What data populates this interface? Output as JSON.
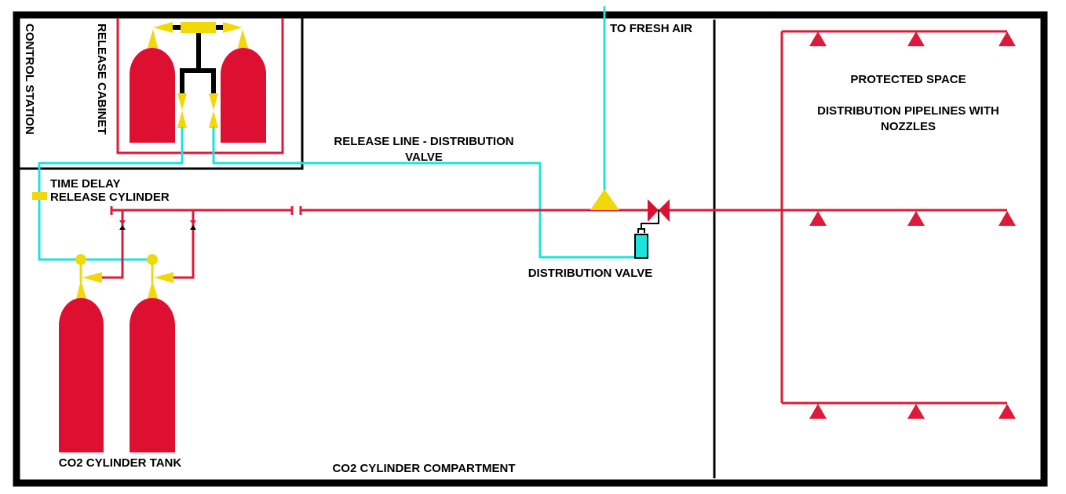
{
  "labels": {
    "control_station": "CONTROL STATION",
    "release_cabinet": "RELEASE CABINET",
    "to_fresh_air": "TO FRESH AIR",
    "protected_space": "PROTECTED SPACE",
    "distribution_pipelines_1": "DISTRIBUTION PIPELINES WITH",
    "distribution_pipelines_2": "NOZZLES",
    "release_line_1": "RELEASE LINE - DISTRIBUTION",
    "release_line_2": "VALVE",
    "time_delay_1": "TIME DELAY",
    "time_delay_2": "RELEASE CYLINDER",
    "distribution_valve": "DISTRIBUTION VALVE",
    "co2_cylinder_tank": "CO2 CYLINDER TANK",
    "co2_cylinder_compartment": "CO2 CYLINDER COMPARTMENT"
  },
  "colors": {
    "cylinder": "#dd1032",
    "pipe_red": "#dd1a3a",
    "release_line": "#1ee3dc",
    "valve_yellow": "#f0d80a",
    "frame": "#000000"
  }
}
